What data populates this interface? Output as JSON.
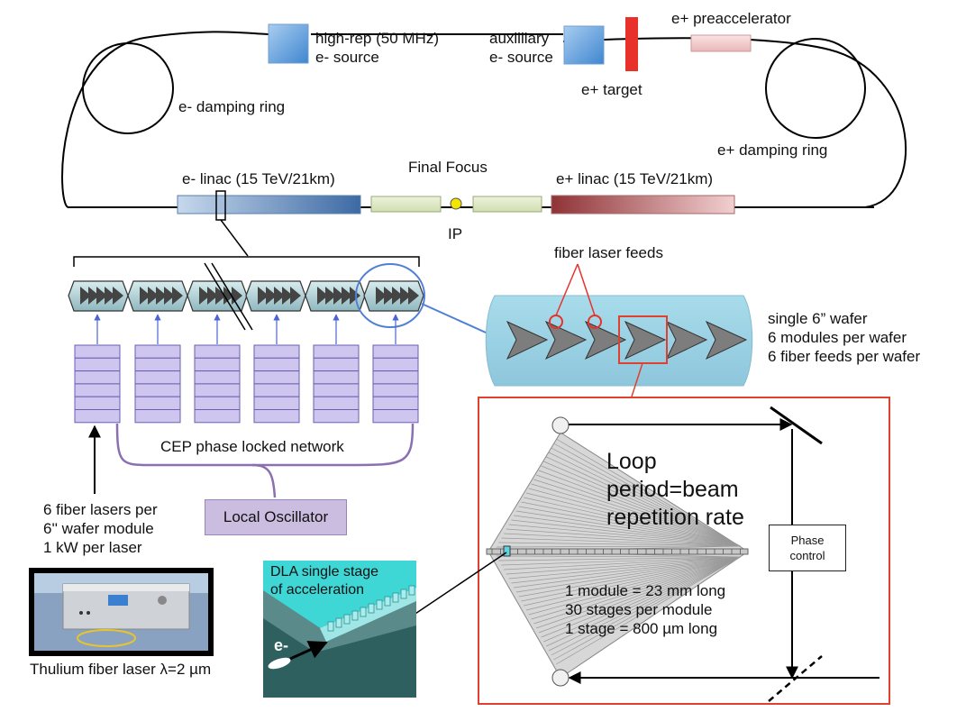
{
  "labels": {
    "hirep_source": "high-rep (50 MHz)\ne- source",
    "aux_source": "auxilliary\ne- source",
    "e_plus_target": "e+ target",
    "e_plus_preacc": "e+ preaccelerator",
    "e_damping_ring": "e- damping ring",
    "e_plus_damping_ring": "e+ damping ring",
    "e_linac": "e- linac (15 TeV/21km)",
    "final_focus": "Final Focus",
    "e_plus_linac": "e+ linac (15 TeV/21km)",
    "ip": "IP",
    "fiber_laser_feeds": "fiber laser feeds",
    "wafer_info": "single 6” wafer\n6 modules per wafer\n6 fiber feeds per wafer",
    "cep_network": "CEP phase locked network",
    "local_oscillator": "Local Oscillator",
    "fiber_lasers": "6 fiber lasers per\n6'' wafer module\n1 kW per laser",
    "thulium_caption": "Thulium fiber laser λ=2 µm",
    "dla_title": "DLA single stage\nof acceleration",
    "electron": "e-",
    "loop_period": "Loop\nperiod=beam\nrepetition rate",
    "phase_control": "Phase\ncontrol",
    "module_info": "1 module = 23 mm long\n30 stages per module\n1 stage = 800 µm long"
  },
  "colors": {
    "e_linac": "#5a7fae",
    "e_plus_linac": "#a44e52",
    "source_block": "#5b9bd5",
    "target": "#e8312a",
    "wafer": "#a9d6e4",
    "detail_frame": "#e0402f",
    "network": "#8a70b0",
    "oscillator": "#cbbde0",
    "laser_stack": "#cfc6f0",
    "dla_bg": "#3fd6d6",
    "highlight_circle": "#4f7fd6",
    "ip_dot": "#f4e500"
  }
}
